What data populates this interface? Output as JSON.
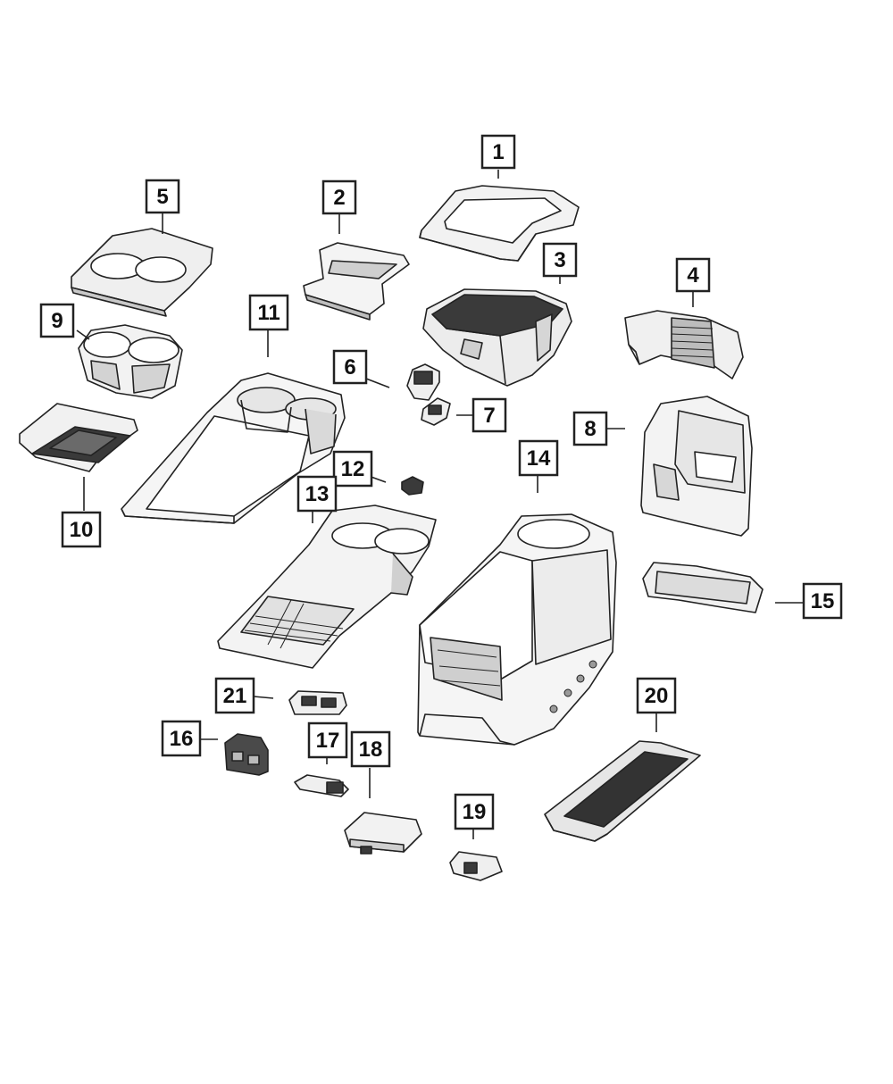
{
  "diagram": {
    "colors": {
      "line": "#222222",
      "fill": "#ffffff",
      "shade": "#d9d9d9",
      "dark": "#3a3a3a"
    },
    "callouts": [
      {
        "id": "1",
        "label": "1"
      },
      {
        "id": "2",
        "label": "2"
      },
      {
        "id": "3",
        "label": "3"
      },
      {
        "id": "4",
        "label": "4"
      },
      {
        "id": "5",
        "label": "5"
      },
      {
        "id": "6",
        "label": "6"
      },
      {
        "id": "7",
        "label": "7"
      },
      {
        "id": "8",
        "label": "8"
      },
      {
        "id": "9",
        "label": "9"
      },
      {
        "id": "10",
        "label": "10"
      },
      {
        "id": "11",
        "label": "11"
      },
      {
        "id": "12",
        "label": "12"
      },
      {
        "id": "13",
        "label": "13"
      },
      {
        "id": "14",
        "label": "14"
      },
      {
        "id": "15",
        "label": "15"
      },
      {
        "id": "16",
        "label": "16"
      },
      {
        "id": "17",
        "label": "17"
      },
      {
        "id": "18",
        "label": "18"
      },
      {
        "id": "19",
        "label": "19"
      },
      {
        "id": "20",
        "label": "20"
      },
      {
        "id": "21",
        "label": "21"
      }
    ]
  }
}
